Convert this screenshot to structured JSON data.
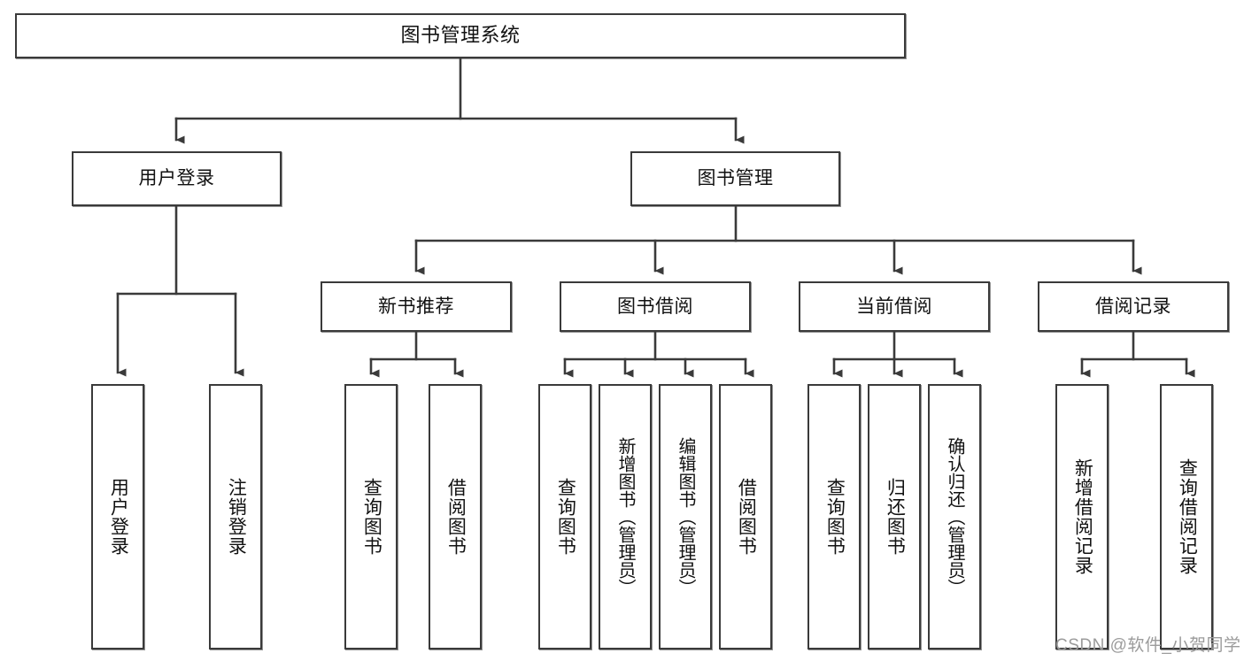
{
  "diagram": {
    "title": "图书管理系统",
    "type": "hierarchy-tree",
    "colors": {
      "stroke": "#3a3a3a",
      "fill": "#ffffff",
      "text": "#111111",
      "watermark": "#9b9b9b"
    },
    "nodes": {
      "root": {
        "label": "图书管理系统"
      },
      "level2": [
        {
          "label": "用户登录"
        },
        {
          "label": "图书管理"
        }
      ],
      "level3": [
        {
          "label": "新书推荐"
        },
        {
          "label": "图书借阅"
        },
        {
          "label": "当前借阅"
        },
        {
          "label": "借阅记录"
        }
      ],
      "leaves_user_login": [
        {
          "label": "用户登录"
        },
        {
          "label": "注销登录"
        }
      ],
      "leaves_new_book": [
        {
          "label": "查询图书"
        },
        {
          "label": "借阅图书"
        }
      ],
      "leaves_borrow": [
        {
          "label": "查询图书"
        },
        {
          "label": "新增图书（管理员）"
        },
        {
          "label": "编辑图书（管理员）"
        },
        {
          "label": "借阅图书"
        }
      ],
      "leaves_current": [
        {
          "label": "查询图书"
        },
        {
          "label": "归还图书"
        },
        {
          "label": "确认归还（管理员）"
        }
      ],
      "leaves_record": [
        {
          "label": "新增借阅记录"
        },
        {
          "label": "查询借阅记录"
        }
      ]
    },
    "watermark": "CSDN @软件_小贺同学"
  }
}
